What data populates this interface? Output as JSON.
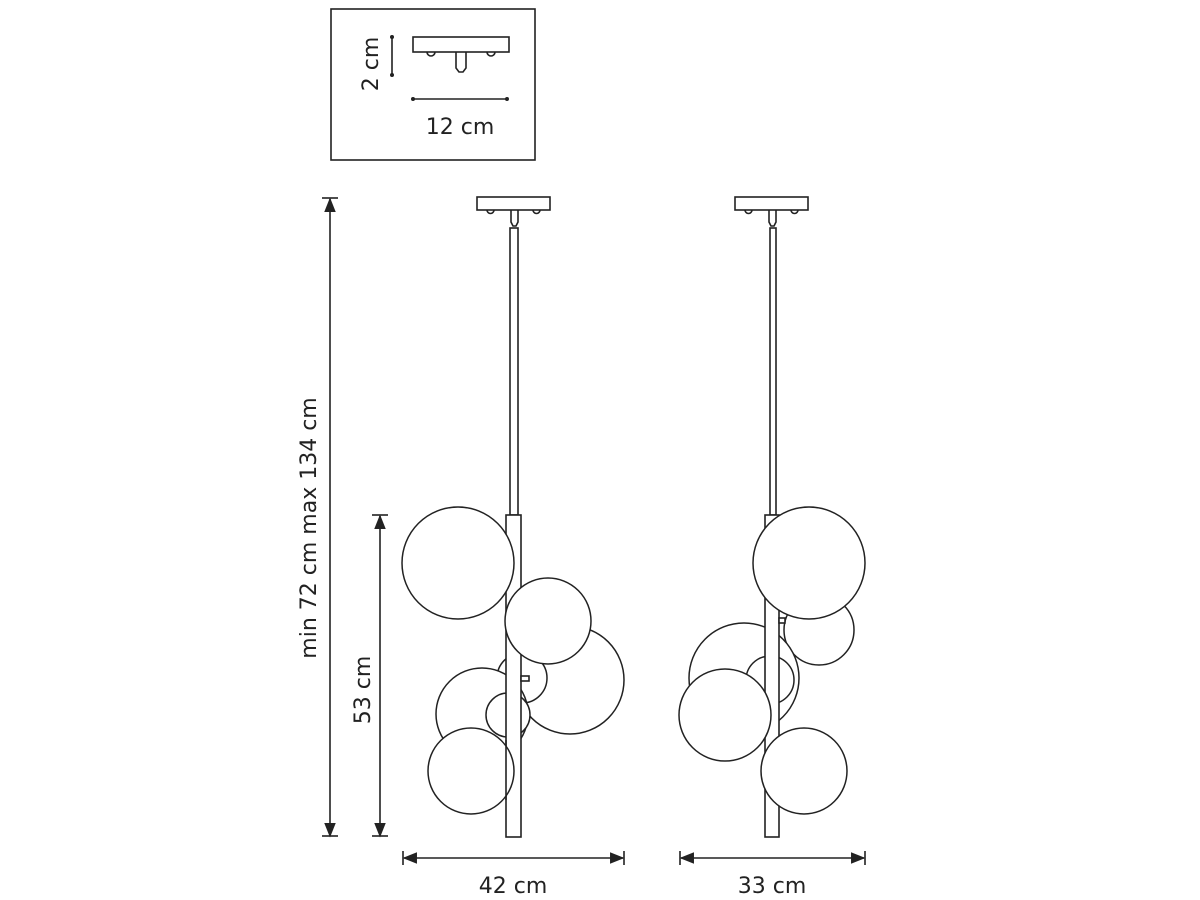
{
  "inset": {
    "height_label": "2 cm",
    "width_label": "12 cm"
  },
  "dimensions": {
    "total_height_label": "min 72 cm max 134 cm",
    "body_height_label": "53 cm",
    "front_width_label": "42 cm",
    "side_width_label": "33 cm"
  },
  "colors": {
    "line": "#222222",
    "background": "#ffffff"
  }
}
